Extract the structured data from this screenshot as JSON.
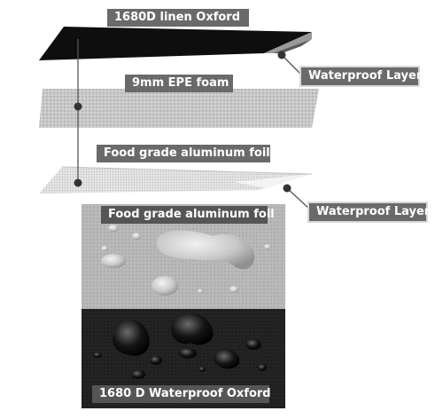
{
  "layers": {
    "oxford_top": "1680D linen Oxford",
    "foam": "9mm EPE foam",
    "foil": "Food grade aluminum foil"
  },
  "callouts": {
    "waterproof_1": "Waterproof Layer",
    "waterproof_2": "Waterproof Layer"
  },
  "photos": {
    "foil_photo_label": "Food grade aluminum foil",
    "oxford_photo_label": "1680 D Waterproof Oxford"
  },
  "colors": {
    "label_bg": "#6a6a6a",
    "oxford_black": "#111111",
    "foam_gray": "#c8c8c8",
    "foil_silver": "#dcdcdc"
  }
}
